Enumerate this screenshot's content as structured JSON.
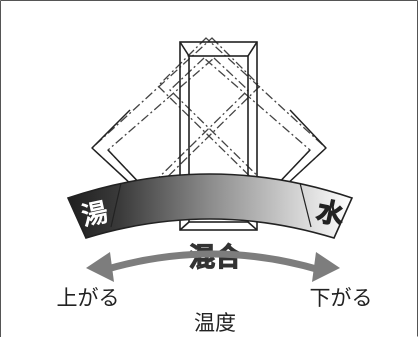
{
  "labels": {
    "hot": "湯",
    "cold": "水",
    "mix": "混合",
    "raise": "上がる",
    "lower": "下がる",
    "temperature": "温度"
  },
  "colors": {
    "hot_dark": "#2a2a2a",
    "band_mid": "#8f8f8f",
    "cold_light": "#ffffff",
    "arrow_gray": "#7d7d7d"
  },
  "icons": {
    "lever": "mixing-lever-icon",
    "arrow": "double-headed-arc-arrow-icon"
  }
}
